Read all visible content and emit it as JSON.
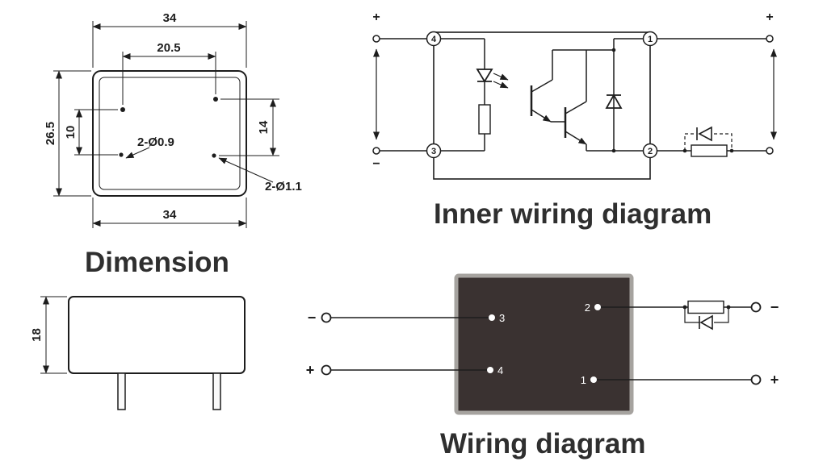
{
  "colors": {
    "line": "#1d1d1d",
    "text": "#2f2f2f",
    "module_body": "#3a3231",
    "module_border": "#a6a39f",
    "background": "#ffffff"
  },
  "dimension": {
    "title": "Dimension",
    "top_width": "34",
    "pin_span_width": "20.5",
    "overall_height": "26.5",
    "pin_span_height": "10",
    "pin_span_height_right": "14",
    "hole_note_small": "2-Ø0.9",
    "hole_note_large": "2-Ø1.1",
    "bottom_width": "34",
    "side_height": "18"
  },
  "inner_wiring": {
    "title": "Inner wiring diagram",
    "terminal_4": "4",
    "terminal_3": "3",
    "terminal_1": "1",
    "terminal_2": "2",
    "input_plus": "+",
    "input_minus": "−",
    "output_plus": "+"
  },
  "wiring": {
    "title": "Wiring diagram",
    "pin_3": "3",
    "pin_4": "4",
    "pin_2": "2",
    "pin_1": "1",
    "left_minus": "−",
    "left_plus": "+",
    "right_minus": "−",
    "right_plus": "+"
  }
}
